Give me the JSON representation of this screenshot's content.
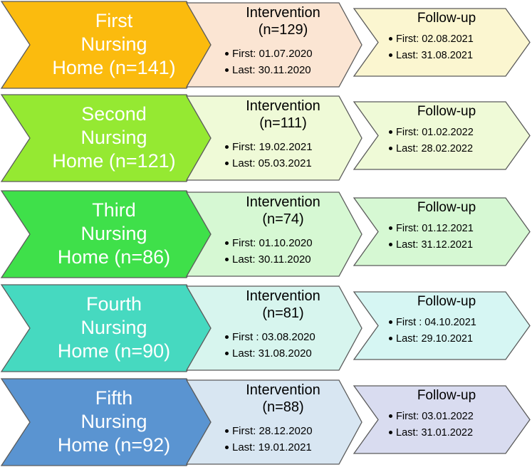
{
  "rows": [
    {
      "home": [
        "First",
        "Nursing",
        "Home (n=141)"
      ],
      "intervention": {
        "title": "Intervention",
        "n": "(n=129)",
        "first": "First: 01.07.2020",
        "last": "Last: 30.11.2020"
      },
      "followup": {
        "title": "Follow-up",
        "first": "First: 02.08.2021",
        "last": "Last: 31.08.2021"
      },
      "colors": {
        "home": "#fbbb0e",
        "intervention": "#fbe5d3",
        "followup": "#fbf6d0"
      }
    },
    {
      "home": [
        "Second",
        "Nursing",
        "Home (n=121)"
      ],
      "intervention": {
        "title": "Intervention",
        "n": "(n=111)",
        "first": "First: 19.02.2021",
        "last": "Last: 05.03.2021"
      },
      "followup": {
        "title": "Follow-up",
        "first": "First: 01.02.2022",
        "last": "Last: 28.02.2022"
      },
      "colors": {
        "home": "#95e932",
        "intervention": "#effad7",
        "followup": "#effad7"
      }
    },
    {
      "home": [
        "Third",
        "Nursing",
        "Home (n=86)"
      ],
      "intervention": {
        "title": "Intervention",
        "n": "(n=74)",
        "first": "First: 01.10.2020",
        "last": "Last: 30.11.2020"
      },
      "followup": {
        "title": "Follow-up",
        "first": "First: 01.12.2021",
        "last": "Last: 31.12.2021"
      },
      "colors": {
        "home": "#3fe04a",
        "intervention": "#d6f8d3",
        "followup": "#d6f8d3"
      }
    },
    {
      "home": [
        "Fourth",
        "Nursing",
        "Home (n=90)"
      ],
      "intervention": {
        "title": "Intervention",
        "n": "(n=81)",
        "first": "First : 03.08.2020",
        "last": "Last: 31.08.2020"
      },
      "followup": {
        "title": "Follow-up",
        "first": "First : 04.10.2021",
        "last": "Last: 29.10.2021"
      },
      "colors": {
        "home": "#46d9c0",
        "intervention": "#d7f5ee",
        "followup": "#d6f6f3"
      }
    },
    {
      "home": [
        "Fifth",
        "Nursing",
        "Home (n=92)"
      ],
      "intervention": {
        "title": "Intervention",
        "n": "(n=88)",
        "first": "First: 28.12.2020",
        "last": "Last: 19.01.2021"
      },
      "followup": {
        "title": "Follow-up",
        "first": "First: 03.01.2022",
        "last": "Last: 31.01.2022"
      },
      "colors": {
        "home": "#5a94d1",
        "intervention": "#d8e6f2",
        "followup": "#d9dcf0"
      }
    }
  ]
}
